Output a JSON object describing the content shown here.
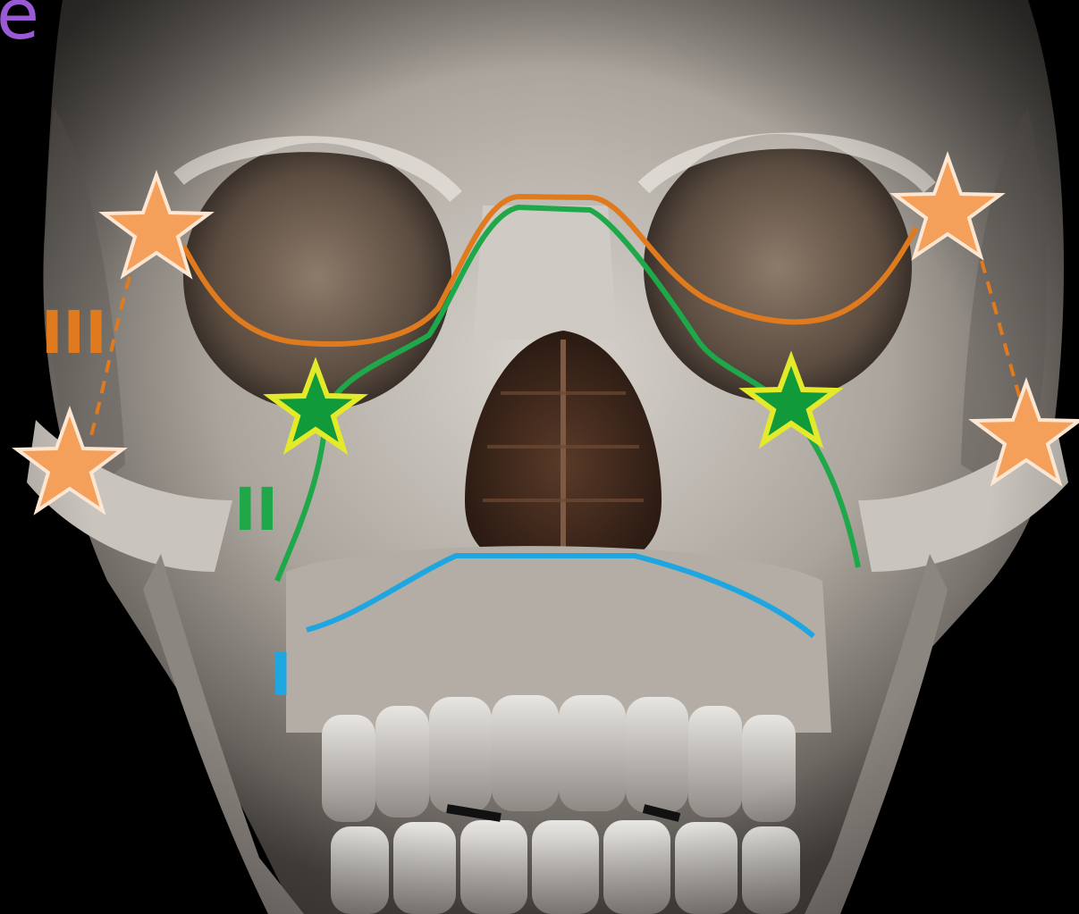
{
  "corner_text": "e",
  "labels": {
    "le_fort_1": "I",
    "le_fort_2": "II",
    "le_fort_3": "III"
  },
  "colors": {
    "background": "#000000",
    "le_fort_1": "#1ea6e0",
    "le_fort_2": "#1fa84a",
    "le_fort_3": "#e07a1e",
    "star_orange": "#f5a05a",
    "star_green": "#119a3a",
    "corner_text": "#9b59d6"
  },
  "icons": [
    "orange-star-icon",
    "green-star-icon"
  ]
}
